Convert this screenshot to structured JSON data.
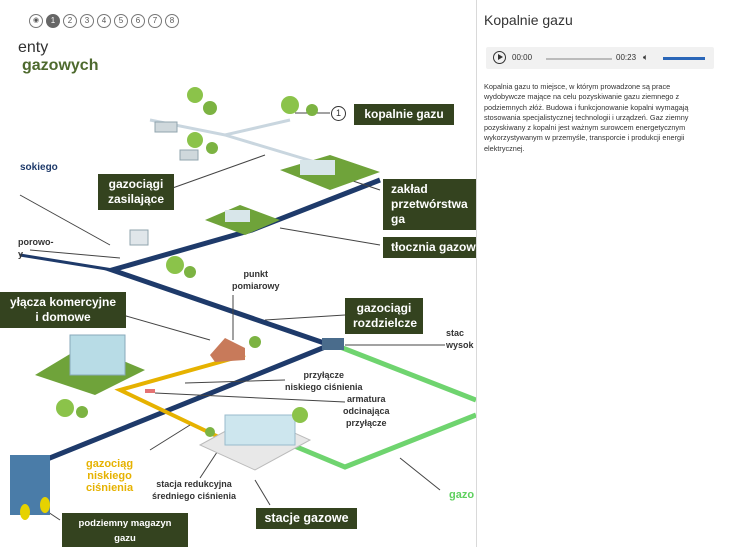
{
  "nav": {
    "items": [
      "1",
      "2",
      "3",
      "4",
      "5",
      "6",
      "7",
      "8"
    ],
    "active": "1"
  },
  "header": {
    "line1": "enty",
    "line2": "gazowych"
  },
  "labels": {
    "kopalnie": "kopalnie gazu",
    "kopalnie_num": "1",
    "zasilajace": "gazociągi\nzasilające",
    "zaklad": "zakład\nprzetwórstwa ga",
    "tlocznia": "tłocznia gazow",
    "komercyjne": "yłącza komercyjne\ni domowe",
    "rozdzielcze": "gazociągi\nrozdzielcze",
    "stacje": "stacje gazowe",
    "magazyn": "podziemny magazyn gazu"
  },
  "texts": {
    "sokiego": "sokiego",
    "porowo": "porowo-\ny",
    "punkt": "punkt\npomiarowy",
    "stac_wysok": "stac\nwysok",
    "przylacze": "przyłącze\nniskiego ciśnienia",
    "armatura": "armatura\nodcinająca\nprzyłącze",
    "gazociag_niskiego": "gazociąg\nniskiego\nciśnienia",
    "stacja_redukcyjna": "stacja redukcyjna\nśredniego ciśnienia",
    "gazo": "gazo"
  },
  "panel": {
    "title": "Kopalnie gazu",
    "time_current": "00:00",
    "time_total": "00:23",
    "description": "Kopalnia gazu to miejsce, w którym prowadzone są prace wydobywcze mające na celu pozyskiwanie gazu ziemnego z podziemnych złóż. Budowa i funkcjonowanie kopalni wymagają stosowania specjalistycznej technologii i urządzeń. Gaz ziemny pozyskiwany z kopalni jest ważnym surowcem energetycznym wykorzystywanym w przemyśle, transporcie i produkcji energii elektrycznej."
  },
  "colors": {
    "label_bg": "#34431f",
    "pipe_blue": "#1e3a6a",
    "pipe_green": "#6fd46f",
    "pipe_yellow": "#e6b200"
  }
}
